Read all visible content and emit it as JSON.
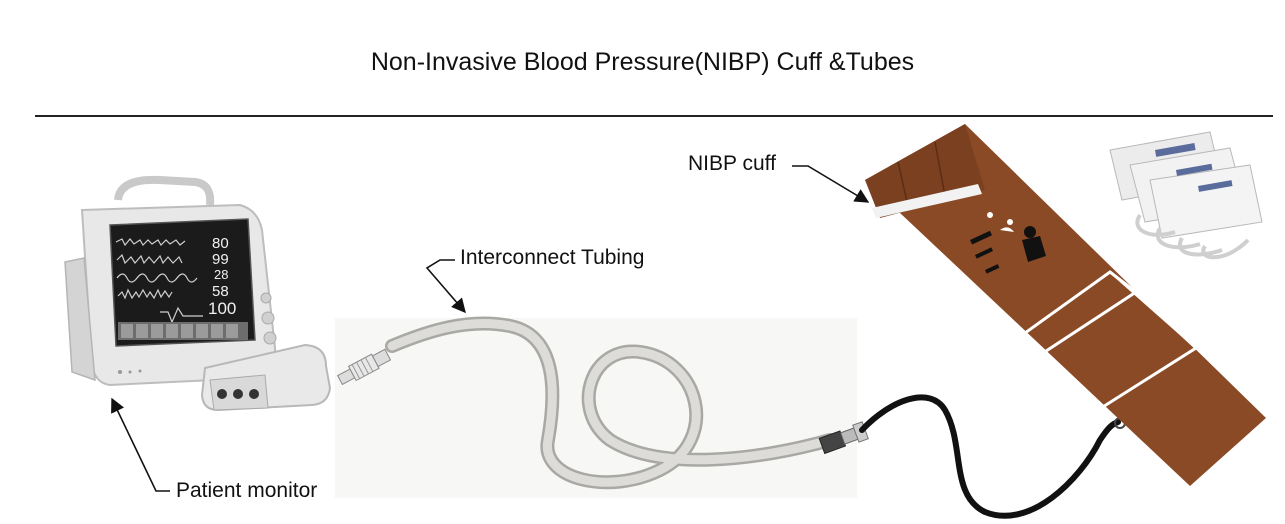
{
  "title": "Non-Invasive Blood Pressure(NIBP) Cuff &Tubes",
  "labels": {
    "nibp_cuff": "NIBP cuff",
    "interconnect_tubing": "Interconnect Tubing",
    "patient_monitor": "Patient monitor"
  },
  "monitor_readouts": [
    "80",
    "99",
    "28",
    "58",
    "100"
  ],
  "colors": {
    "cuff": "#8a4a26",
    "cuff_dark": "#6e391c",
    "tubing": "#d8d8d4",
    "hose": "#111111",
    "monitor_body": "#e6e6e6",
    "screen": "#1a1a1a"
  }
}
